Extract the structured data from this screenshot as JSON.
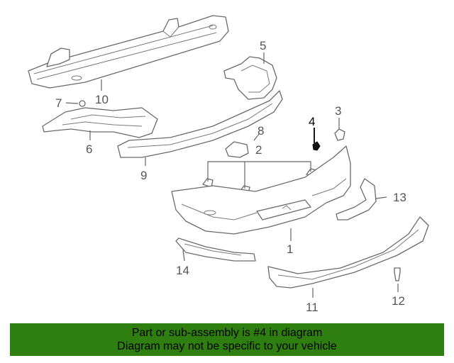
{
  "diagram": {
    "callouts": {
      "c1": "1",
      "c2": "2",
      "c3": "3",
      "c4": "4",
      "c5": "5",
      "c6": "6",
      "c7": "7",
      "c8": "8",
      "c9": "9",
      "c10": "10",
      "c11": "11",
      "c12": "12",
      "c13": "13",
      "c14": "14"
    },
    "highlighted_part": "4"
  },
  "banner": {
    "line1": "Part or sub-assembly is #4 in diagram",
    "line2": "Diagram may not be specific to your vehicle",
    "color": "#2f7f10"
  }
}
